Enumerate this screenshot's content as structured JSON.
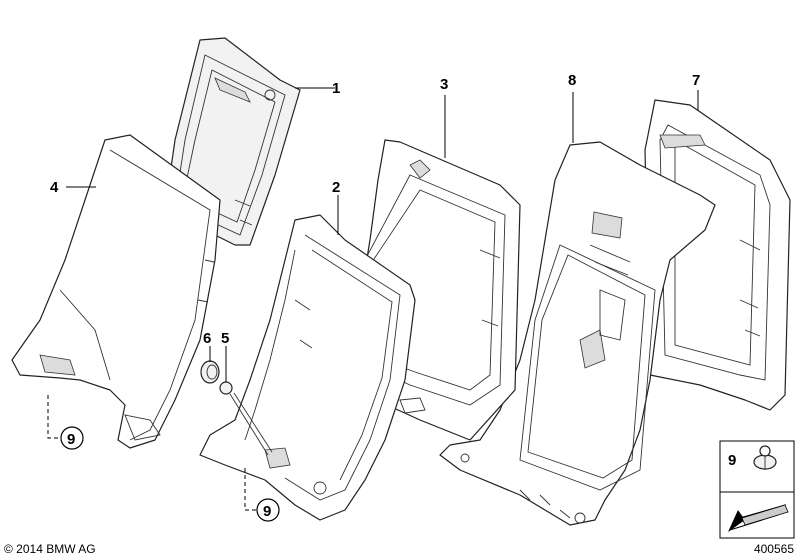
{
  "callouts": {
    "c1": "1",
    "c2": "2",
    "c3": "3",
    "c4": "4",
    "c5": "5",
    "c6": "6",
    "c7": "7",
    "c8": "8",
    "c9a": "9",
    "c9b": "9",
    "legend9": "9"
  },
  "footer": {
    "copyright": "© 2014 BMW AG",
    "doc_number": "400565"
  }
}
